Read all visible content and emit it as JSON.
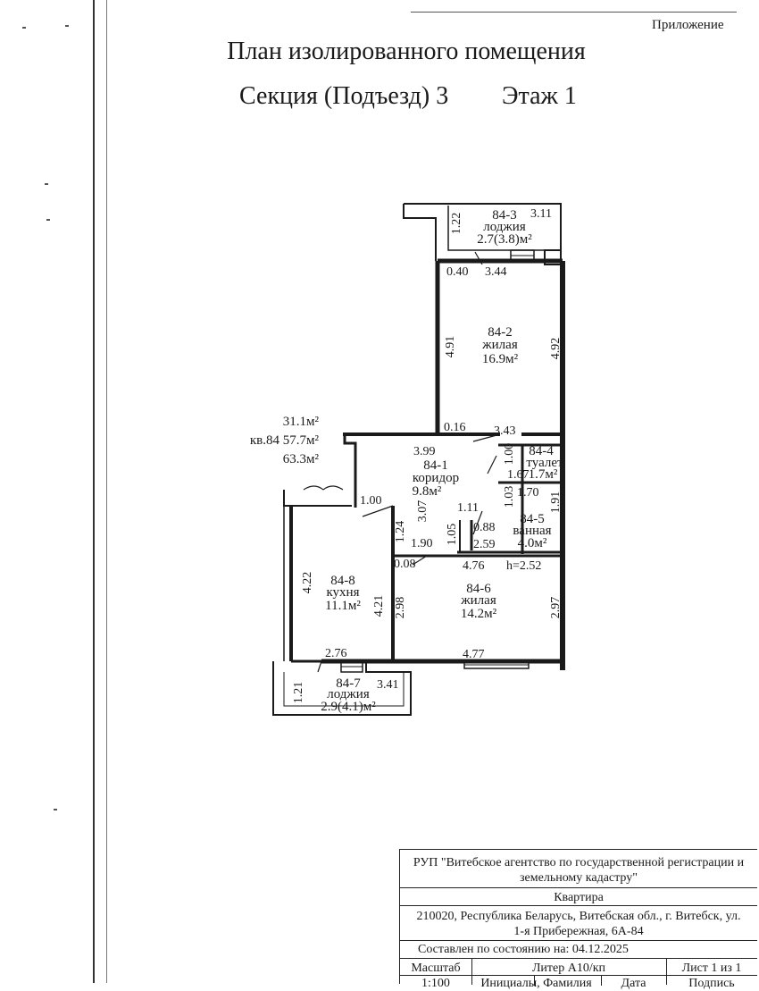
{
  "header": {
    "note": "Приложение",
    "title": "План изолированного помещения",
    "section": "Секция (Подъезд) 3",
    "floor": "Этаж 1"
  },
  "plan": {
    "rooms": [
      {
        "id": "84-3",
        "type": "лоджия",
        "area": "2.7(3.8)м²"
      },
      {
        "id": "84-2",
        "type": "жилая",
        "area": "16.9м²"
      },
      {
        "id": "84-1",
        "type": "коридор",
        "area": "9.8м²"
      },
      {
        "id": "84-4",
        "type": "туалет",
        "area": "1.7м²"
      },
      {
        "id": "84-5",
        "type": "ванная",
        "area": "4.0м²"
      },
      {
        "id": "84-6",
        "type": "жилая",
        "area": "14.2м²"
      },
      {
        "id": "84-8",
        "type": "кухня",
        "area": "11.1м²"
      },
      {
        "id": "84-7",
        "type": "лоджия",
        "area": "2.9(4.1)м²"
      }
    ],
    "apartment_summary": {
      "line1": "31.1м²",
      "line2": "кв.84 57.7м²",
      "line3": "63.3м²"
    },
    "height_label": "h=2.52",
    "dimensions": {
      "d_3_11": "3.11",
      "d_1_22": "1.22",
      "d_0_40": "0.40",
      "d_3_44": "3.44",
      "d_4_91": "4.91",
      "d_4_92": "4.92",
      "d_0_16": "0.16",
      "d_3_43": "3.43",
      "d_3_99": "3.99",
      "d_1_00_top": "1.00",
      "d_1_67": "1.67",
      "d_1_03": "1.03",
      "d_1_70": "1.70",
      "d_1_91": "1.91",
      "d_1_00_left": "1.00",
      "d_3_07": "3.07",
      "d_1_11": "1.11",
      "d_0_88": "0.88",
      "d_1_05": "1.05",
      "d_1_24": "1.24",
      "d_1_90": "1.90",
      "d_2_59": "2.59",
      "d_0_08": "0.08",
      "d_4_76": "4.76",
      "d_4_22": "4.22",
      "d_4_21": "4.21",
      "d_2_98": "2.98",
      "d_2_97": "2.97",
      "d_2_76": "2.76",
      "d_4_77": "4.77",
      "d_1_21": "1.21",
      "d_3_41": "3.41"
    }
  },
  "title_block": {
    "org_line1": "РУП \"Витебское агентство по государственной регистрации и",
    "org_line2": "земельному кадастру\"",
    "object": "Квартира",
    "address_line1": "210020, Республика Беларусь, Витебская обл., г. Витебск, ул.",
    "address_line2": "1-я Прибережная, 6А-84",
    "state_date": "Составлен по состоянию на: 04.12.2025",
    "scale_label": "Масштаб",
    "liter": "Литер А10/кп",
    "sheet": "Лист 1 из 1",
    "scale_value": "1:100",
    "initials": "Инициалы, Фамилия",
    "date_label": "Дата",
    "signature_label": "Подпись"
  }
}
